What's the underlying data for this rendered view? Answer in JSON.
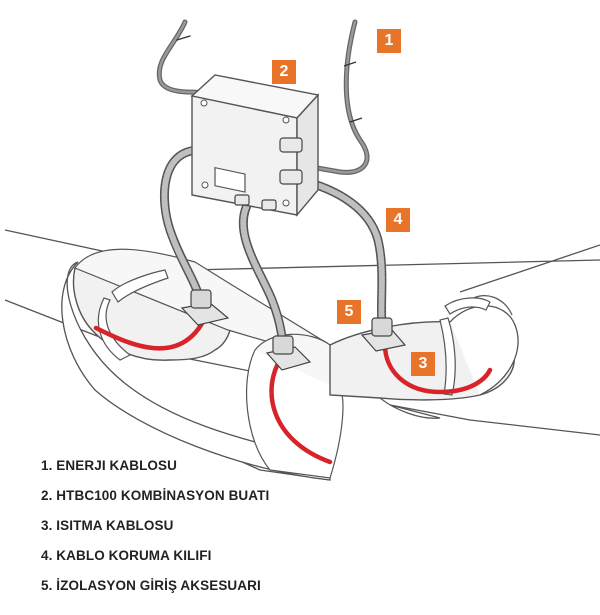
{
  "colors": {
    "badge": "#e8742a",
    "heating_cable": "#d8232a",
    "outline": "#555555",
    "pipe_fill": "#f1f1f1",
    "ground_fill": "#ffffff",
    "legend_text": "#222222"
  },
  "callouts": [
    {
      "number": "1",
      "target": "power-cable"
    },
    {
      "number": "2",
      "target": "junction-box"
    },
    {
      "number": "3",
      "target": "heating-cable"
    },
    {
      "number": "4",
      "target": "protective-conduit"
    },
    {
      "number": "5",
      "target": "insulation-entry-kit"
    }
  ],
  "legend": [
    "1. ENERJI KABLOSU",
    "2. HTBC100 KOMBİNASYON BUATI",
    "3. ISITMA KABLOSU",
    "4. KABLO KORUMA KILIFI",
    "5. İZOLASYON GİRİŞ AKSESUARI"
  ]
}
